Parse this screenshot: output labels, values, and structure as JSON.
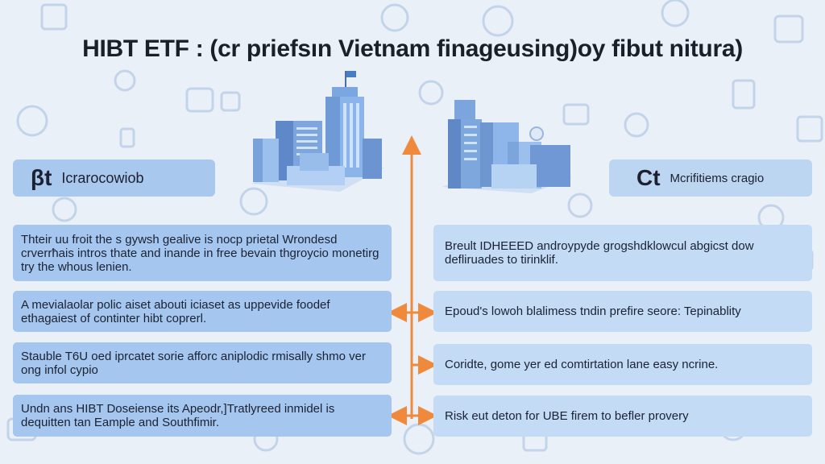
{
  "title": "HIBT ETF : (cr priefsın Vietnam finageusing)oy fibut nitura)",
  "left_column": {
    "header_symbol": "βt",
    "header_label": "Icrarocowiob",
    "items": [
      "Thteir uu froit the s gywsh gealive is nocp prietal Wrondesd crverrħais intros thate and inande in free bevain thgroycio monetirg try the whous lenien.",
      "A mevialaolar polic aiset abouti iciaset as uppevide foodef ethagaiest of continter hibt coprerl.",
      "Stauble T6U oed iprcatet sorie afforc aniplodic rmisally shmo ver ong infol cypio",
      "Undn ans HIBT Doseiense its Apeodr,]Tratlyreed inmidel is dequitten tan Eample and Southfimir."
    ]
  },
  "right_column": {
    "header_symbol": "Ct",
    "header_label": "Mcrifitiems cragio",
    "items": [
      "Breult IDHEEED androypyde grogshdklowcul abgicst dow defliruades to tirinklif.",
      "Epoud's lowoh blalimess tndin prefire seore: Tepinablity",
      "Coridte, gome yer ed comtirtation lane easy ncrine.",
      "Risk eut deton for UBE firem to befler provery"
    ]
  },
  "colors": {
    "background": "#eaf0f8",
    "left_card": "#a5c6ee",
    "right_card": "#c3dbf4",
    "connector": "#ef8a3c"
  }
}
